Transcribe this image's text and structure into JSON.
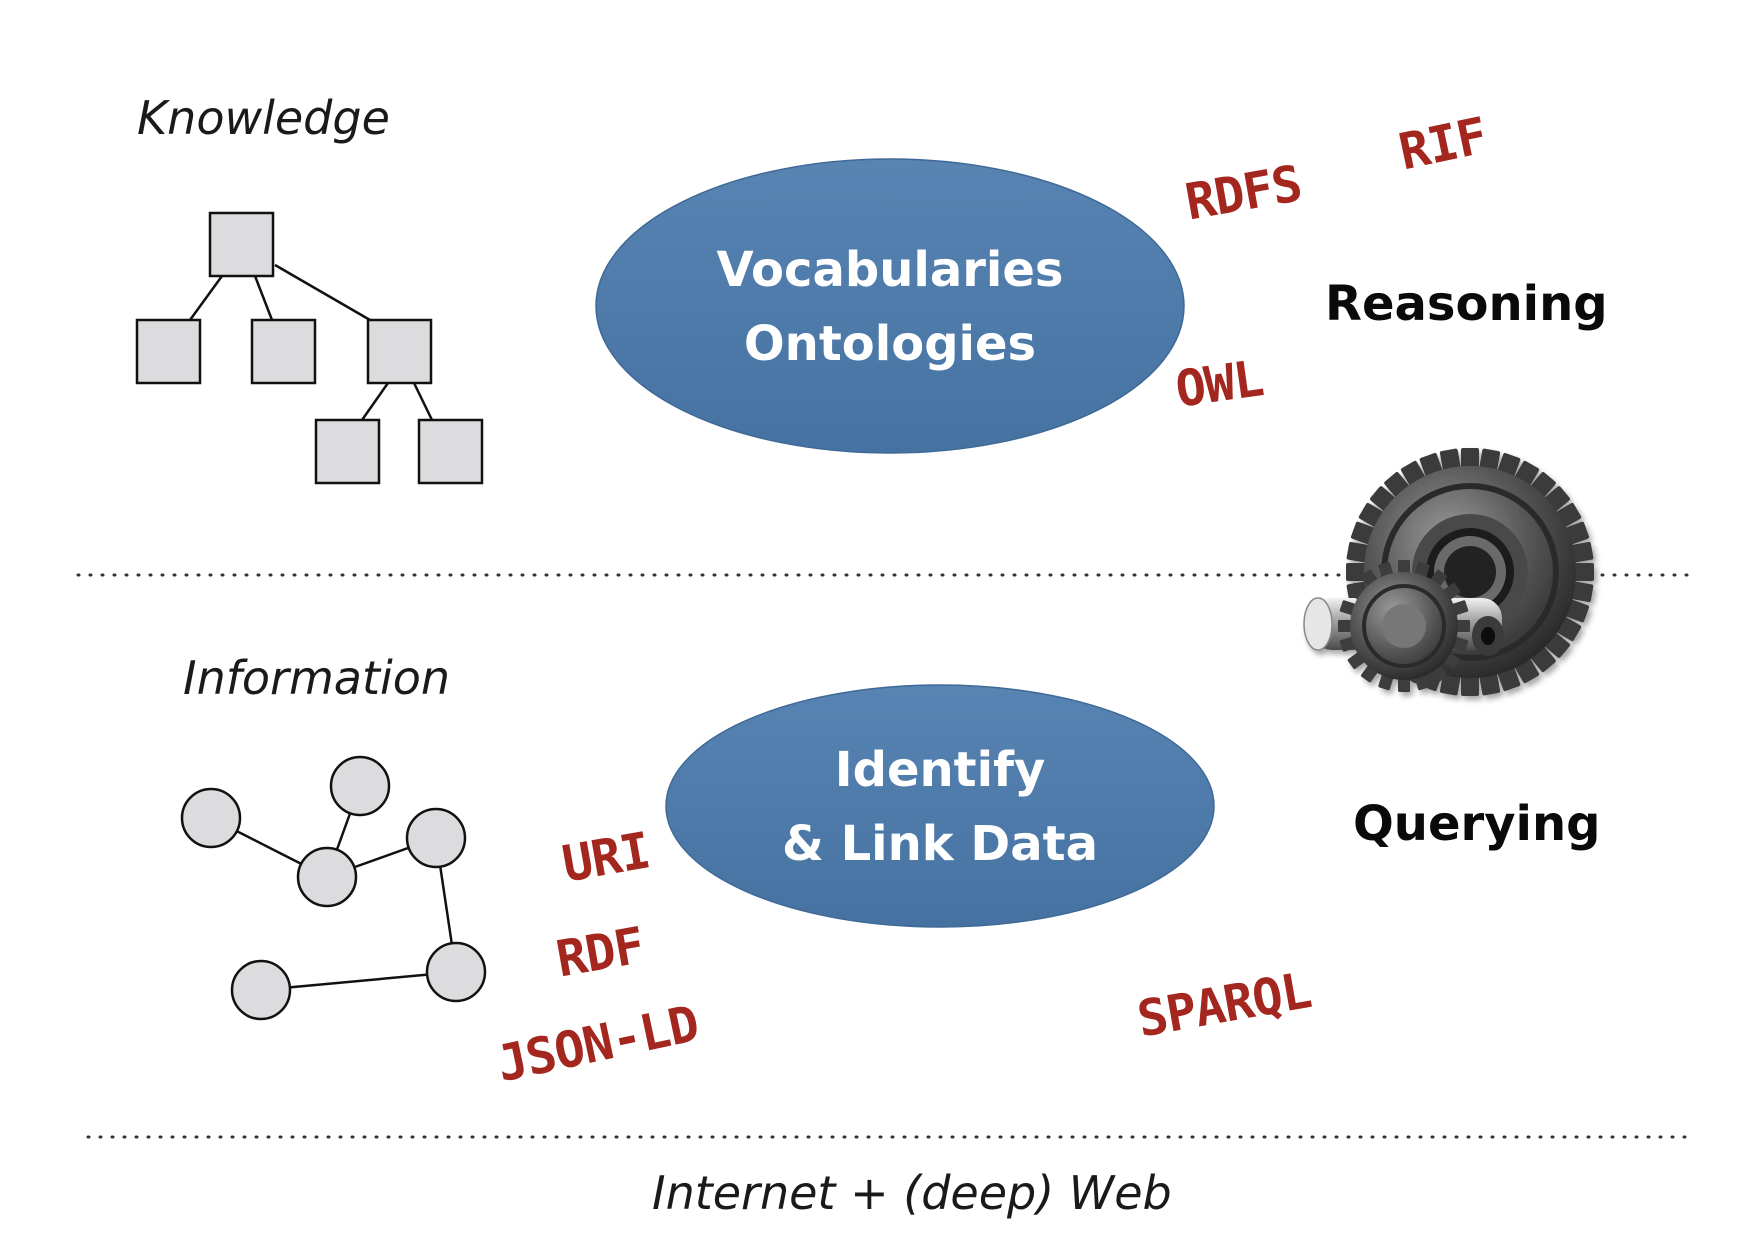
{
  "layers": {
    "knowledge": {
      "label": "Knowledge",
      "ellipse": {
        "line1": "Vocabularies",
        "line2": "Ontologies"
      },
      "action": "Reasoning",
      "technologies": [
        "RDFS",
        "RIF",
        "OWL"
      ]
    },
    "information": {
      "label": "Information",
      "ellipse": {
        "line1": "Identify",
        "line2": "& Link Data"
      },
      "action": "Querying",
      "technologies": [
        "URI",
        "RDF",
        "JSON-LD",
        "SPARQL"
      ]
    },
    "base": {
      "label": "Internet + (deep) Web"
    }
  },
  "icons": {
    "tree": "tree-diagram-icon",
    "graph": "graph-network-icon",
    "gears": "gears-icon"
  },
  "colors": {
    "ellipse": "#4f7aab",
    "tech": "#a3271f",
    "node_fill": "#dcdcde"
  }
}
